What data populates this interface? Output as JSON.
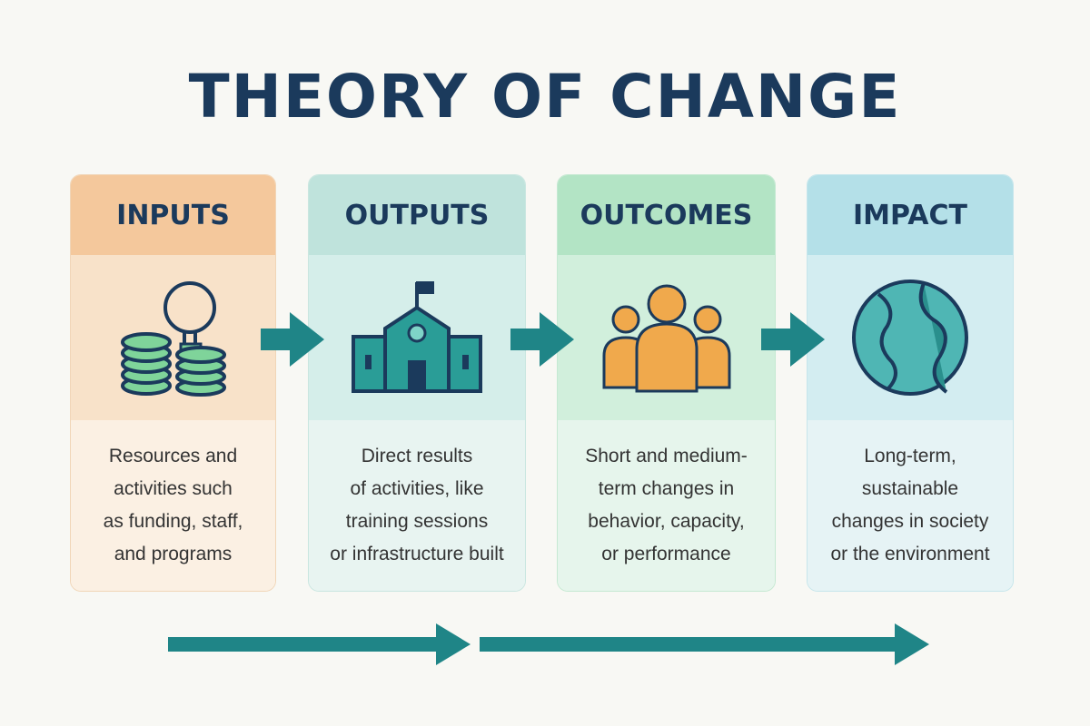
{
  "title": "THEORY OF CHANGE",
  "colors": {
    "title": "#1b3a5c",
    "arrow": "#1f8587"
  },
  "stages": [
    {
      "label": "INPUTS",
      "icon": "coins-lightbulb-icon",
      "description": "Resources and\nactivities such\nas funding, staff,\nand programs"
    },
    {
      "label": "OUTPUTS",
      "icon": "school-building-icon",
      "description": "Direct results\nof activities, like\ntraining sessions\nor infrastructure built"
    },
    {
      "label": "OUTCOMES",
      "icon": "people-group-icon",
      "description": "Short and medium-\nterm changes in\nbehavior, capacity,\nor performance"
    },
    {
      "label": "IMPACT",
      "icon": "globe-icon",
      "description": "Long-term,\nsustainable\nchanges in society\nor the environment"
    }
  ]
}
